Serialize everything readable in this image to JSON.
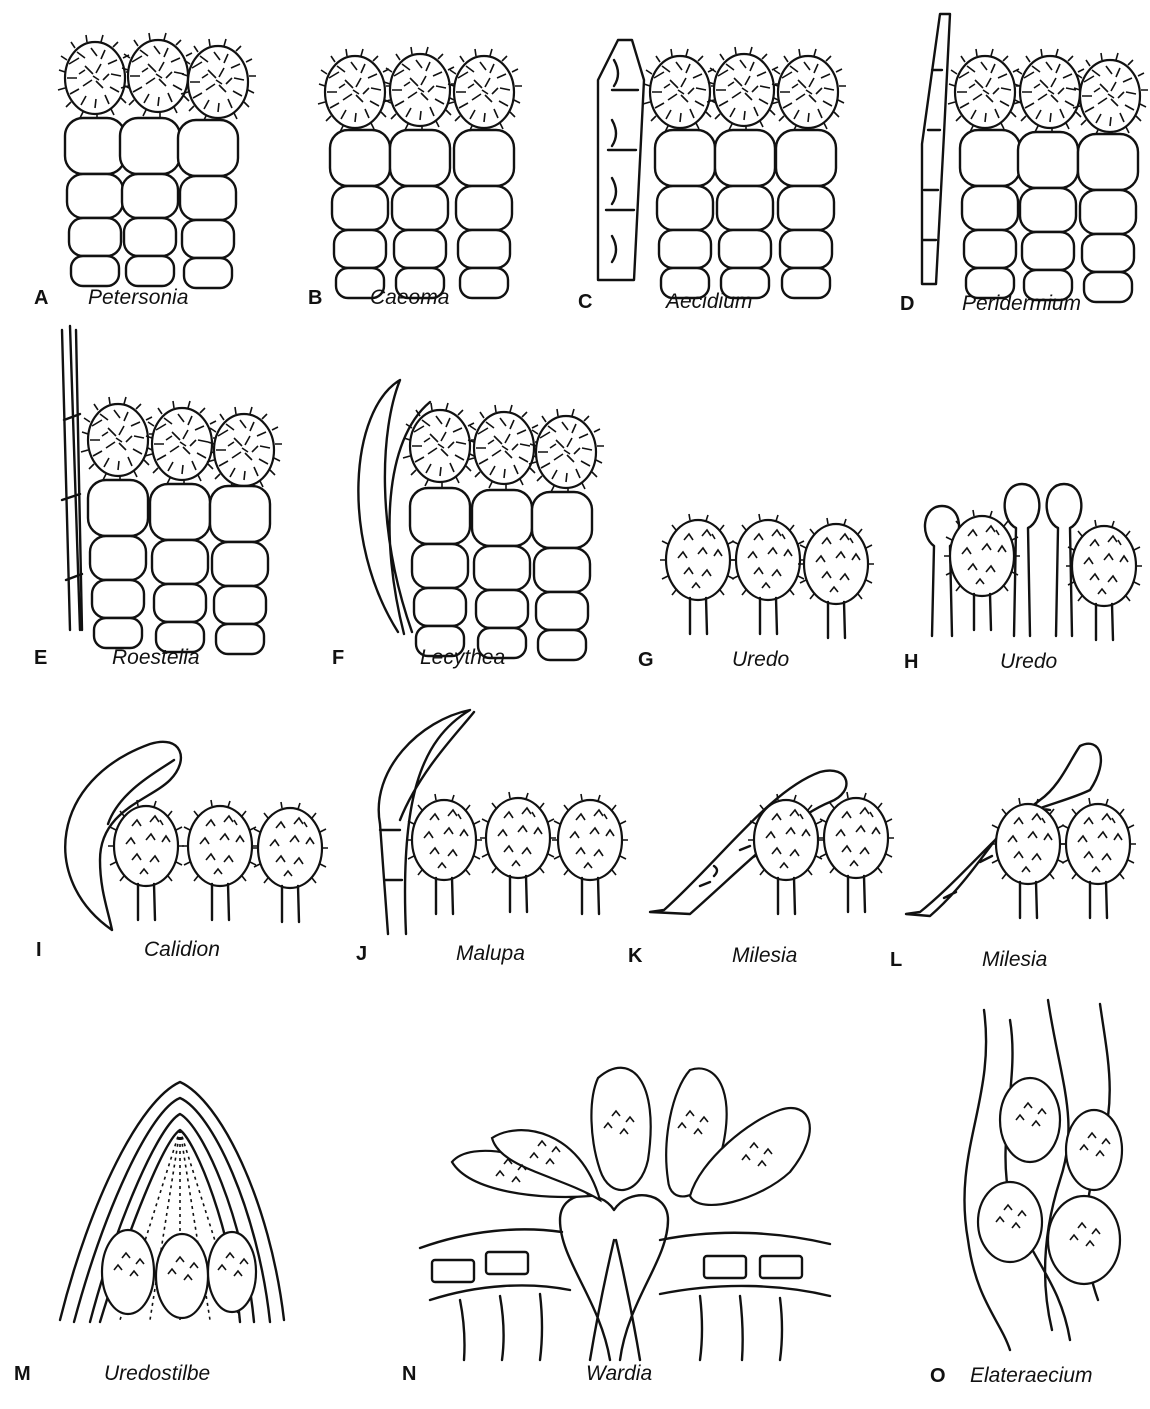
{
  "panels": [
    {
      "letter": "A",
      "name": "Petersonia",
      "kind": "aecial-chain"
    },
    {
      "letter": "B",
      "name": "Caeoma",
      "kind": "aecial-chain"
    },
    {
      "letter": "C",
      "name": "Aecidium",
      "kind": "aecial-chain-cellular-peridium"
    },
    {
      "letter": "D",
      "name": "Peridermium",
      "kind": "aecial-chain-fusiform-peridium"
    },
    {
      "letter": "E",
      "name": "Roestelia",
      "kind": "aecial-chain-fibrous-peridium"
    },
    {
      "letter": "F",
      "name": "Lecythea",
      "kind": "aecial-chain-paraphysis"
    },
    {
      "letter": "G",
      "name": "Uredo",
      "kind": "urediniospores"
    },
    {
      "letter": "H",
      "name": "Uredo",
      "kind": "urediniospores-capitate-paraphyses"
    },
    {
      "letter": "I",
      "name": "Calidion",
      "kind": "urediniospores-curved-paraphysis"
    },
    {
      "letter": "J",
      "name": "Malupa",
      "kind": "urediniospores-septate-paraphysis"
    },
    {
      "letter": "K",
      "name": "Milesia",
      "kind": "urediniospores-cellular-peridium"
    },
    {
      "letter": "L",
      "name": "Milesia",
      "kind": "urediniospores-cellular-peridium"
    },
    {
      "letter": "M",
      "name": "Uredostilbe",
      "kind": "urediniospores-conical-sheath"
    },
    {
      "letter": "N",
      "name": "Wardia",
      "kind": "spore-fan-on-host-tissue"
    },
    {
      "letter": "O",
      "name": "Elateraecium",
      "kind": "spores-between-elaters"
    }
  ],
  "colors": {
    "ink": "#111111",
    "paper": "#ffffff"
  }
}
